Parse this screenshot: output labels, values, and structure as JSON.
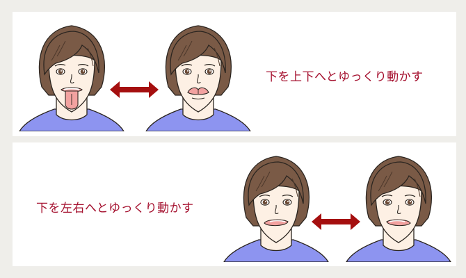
{
  "colors": {
    "background": "#efeeea",
    "panel": "#ffffff",
    "caption": "#a5112f",
    "arrow": "#a50f0f",
    "hair": "#7a5a46",
    "skin": "#fdf0e4",
    "shirt": "#8d94f0",
    "tongue": "#f2a2a0",
    "outline": "#2b2520"
  },
  "panels": [
    {
      "id": "vertical",
      "caption": "下を上下へとゆっくり動かす",
      "figures": [
        {
          "label": "tongue-out-down",
          "description": "Woman sticking tongue out downward"
        },
        {
          "label": "tongue-up",
          "description": "Woman lifting tongue toward upper lip"
        }
      ],
      "arrow": "double-headed horizontal arrow"
    },
    {
      "id": "horizontal",
      "caption": "下を左右へとゆっくり動かす",
      "figures": [
        {
          "label": "tongue-left",
          "description": "Woman moving tongue to the left corner of mouth"
        },
        {
          "label": "tongue-right",
          "description": "Woman moving tongue to the right corner of mouth"
        }
      ],
      "arrow": "double-headed horizontal arrow"
    }
  ]
}
